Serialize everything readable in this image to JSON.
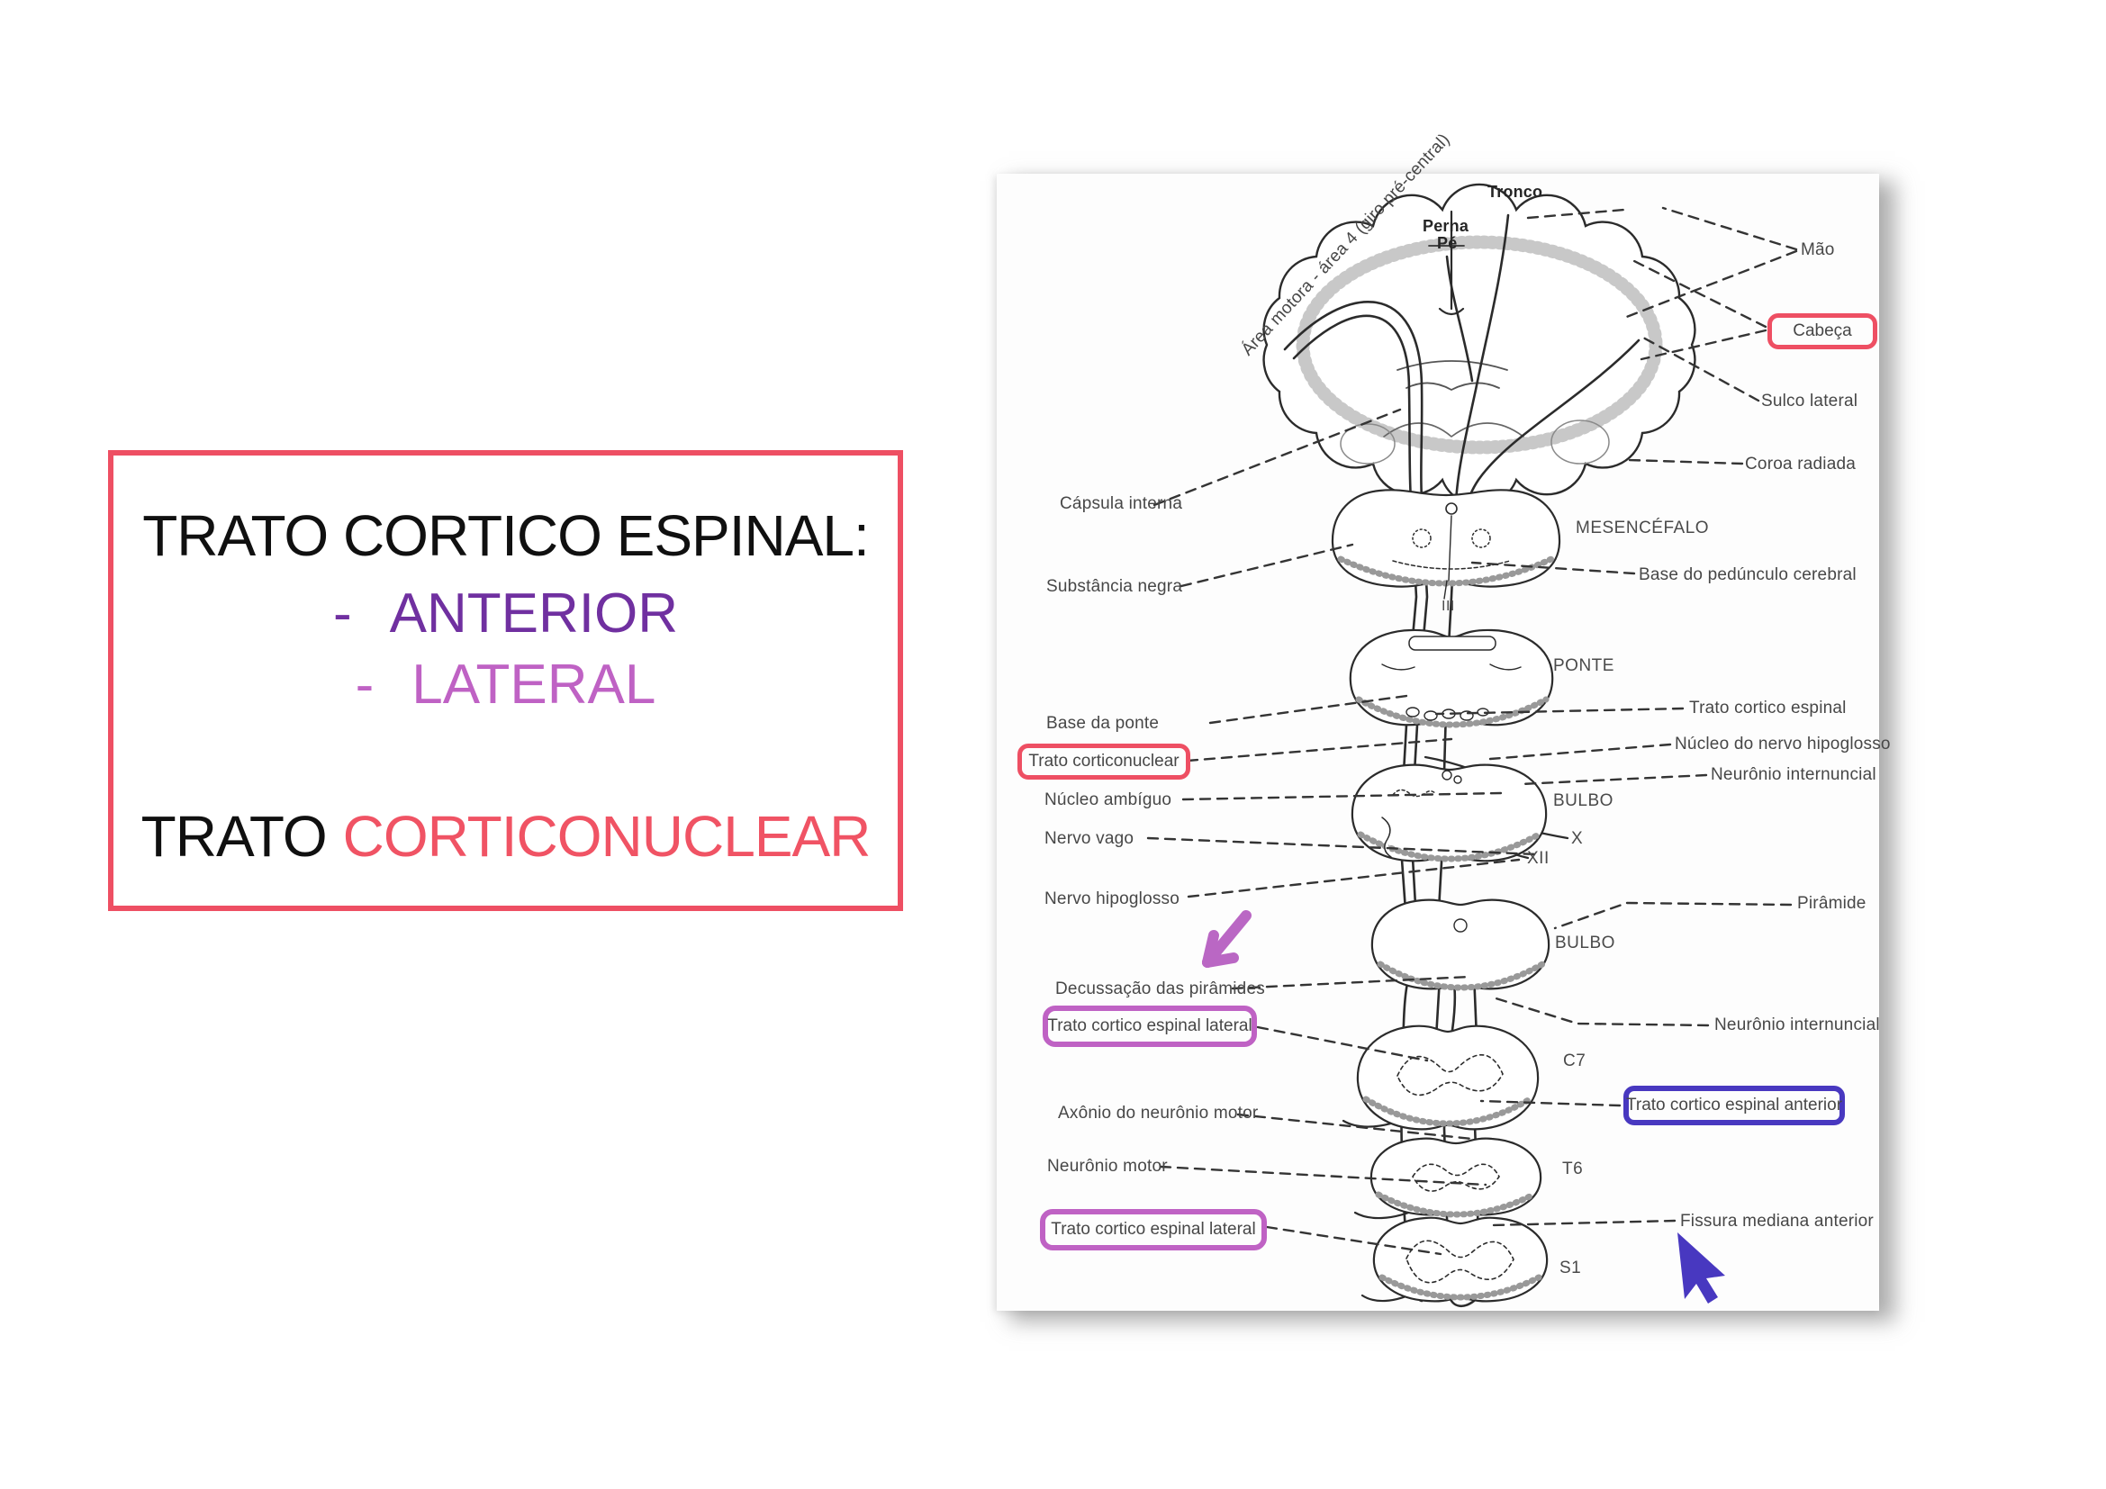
{
  "colors": {
    "accent_red": "#ee4f63",
    "accent_purple": "#7030a0",
    "accent_orchid": "#bf62c4",
    "accent_indigo": "#4838c0",
    "diagram_ink": "#2b2b2b"
  },
  "summary_box": {
    "title": "TRATO CORTICO ESPINAL:",
    "items": [
      {
        "mark": "-",
        "label": "ANTERIOR"
      },
      {
        "mark": "-",
        "label": "LATERAL"
      }
    ],
    "footer": {
      "black": "TRATO",
      "red": "CORTICONUCLEAR"
    }
  },
  "diagram": {
    "labels": {
      "area_motora": "Área motora - área 4 (giro pré-central)",
      "tronco": "Tronco",
      "perna": "Perna",
      "pe": "Pé",
      "mao": "Mão",
      "cabeca": "Cabeça",
      "sulco_lateral": "Sulco lateral",
      "coroa_radiada": "Coroa radiada",
      "capsula_interna": "Cápsula interna",
      "mesencefalo": "MESENCÉFALO",
      "substancia_negra": "Substância negra",
      "base_pedunculo": "Base do pedúnculo cerebral",
      "iii": "III",
      "ponte": "PONTE",
      "base_da_ponte": "Base da ponte",
      "trato_cortico_espinal": "Trato cortico espinal",
      "trato_corticonuclear": "Trato corticonuclear",
      "nucleo_nervo_hipoglosso": "Núcleo do nervo hipoglosso",
      "neuronio_internuncial_1": "Neurônio internuncial",
      "nucleo_ambiguo": "Núcleo ambíguo",
      "bulbo_1": "BULBO",
      "nervo_vago": "Nervo vago",
      "x": "X",
      "xii": "XII",
      "nervo_hipoglosso": "Nervo hipoglosso",
      "piramide": "Pirâmide",
      "bulbo_2": "BULBO",
      "decussacao": "Decussação das pirâmides",
      "trato_ce_lateral_1": "Trato cortico espinal lateral",
      "neuronio_internuncial_2": "Neurônio internuncial",
      "c7": "C7",
      "axonio_neuronio_motor": "Axônio do neurônio motor",
      "trato_ce_anterior": "Trato cortico espinal anterior",
      "neuronio_motor": "Neurônio motor",
      "t6": "T6",
      "trato_ce_lateral_2": "Trato cortico espinal lateral",
      "fissura_mediana": "Fissura mediana anterior",
      "s1": "S1"
    }
  }
}
